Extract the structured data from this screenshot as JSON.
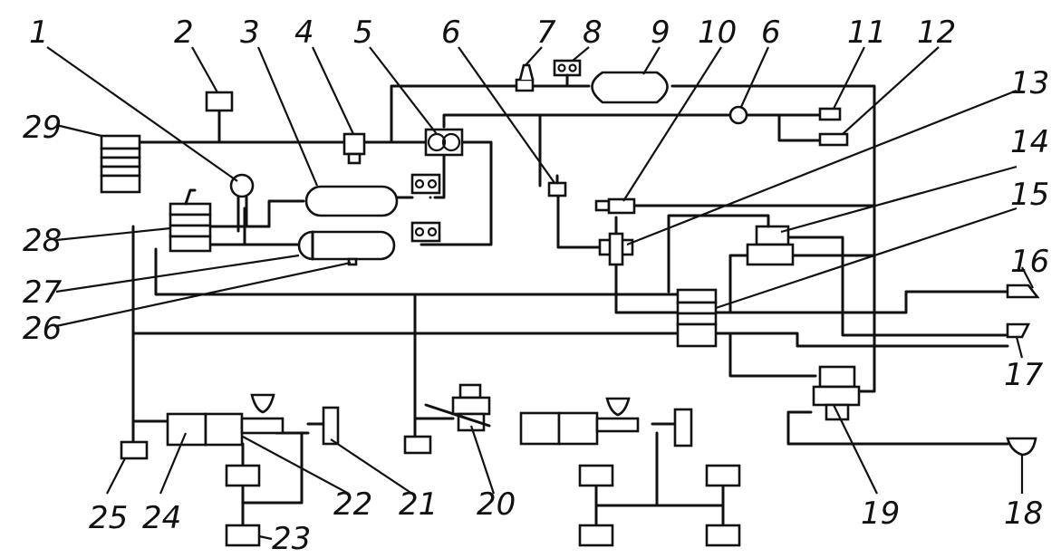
{
  "diagram": {
    "callouts": [
      {
        "id": "1",
        "label": "1"
      },
      {
        "id": "2",
        "label": "2"
      },
      {
        "id": "3",
        "label": "3"
      },
      {
        "id": "4",
        "label": "4"
      },
      {
        "id": "5",
        "label": "5"
      },
      {
        "id": "6a",
        "label": "6"
      },
      {
        "id": "7",
        "label": "7"
      },
      {
        "id": "8",
        "label": "8"
      },
      {
        "id": "9",
        "label": "9"
      },
      {
        "id": "10",
        "label": "10"
      },
      {
        "id": "6b",
        "label": "6"
      },
      {
        "id": "11",
        "label": "11"
      },
      {
        "id": "12",
        "label": "12"
      },
      {
        "id": "13",
        "label": "13"
      },
      {
        "id": "14",
        "label": "14"
      },
      {
        "id": "15",
        "label": "15"
      },
      {
        "id": "16",
        "label": "16"
      },
      {
        "id": "17",
        "label": "17"
      },
      {
        "id": "18",
        "label": "18"
      },
      {
        "id": "19",
        "label": "19"
      },
      {
        "id": "20",
        "label": "20"
      },
      {
        "id": "21",
        "label": "21"
      },
      {
        "id": "22",
        "label": "22"
      },
      {
        "id": "23",
        "label": "23"
      },
      {
        "id": "24",
        "label": "24"
      },
      {
        "id": "25",
        "label": "25"
      },
      {
        "id": "26",
        "label": "26"
      },
      {
        "id": "27",
        "label": "27"
      },
      {
        "id": "28",
        "label": "28"
      },
      {
        "id": "29",
        "label": "29"
      }
    ]
  }
}
